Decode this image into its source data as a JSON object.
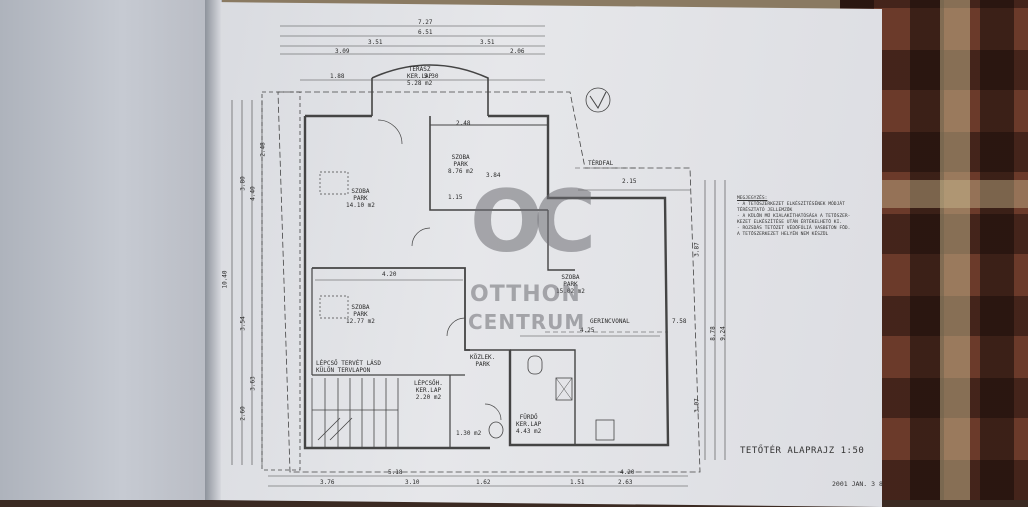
{
  "drawing": {
    "terasz": [
      "TERASZ",
      "KER.LAP",
      "5.28 m2"
    ],
    "szoba_park_top": [
      "SZOBA",
      "PARK",
      "8.76 m2"
    ],
    "szoba_park_left": [
      "SZOBA",
      "PARK",
      "14.10 m2"
    ],
    "szoba_park_mid": [
      "SZOBA",
      "PARK",
      "12.77 m2"
    ],
    "szoba_right": [
      "SZOBA",
      "PARK",
      "15.02 m2"
    ],
    "kozlek": [
      "KÖZLEK.",
      "PARK"
    ],
    "lepcso": [
      "LÉPCSŐH.",
      "KER.LAP",
      "2.20 m2"
    ],
    "furdo": [
      "FÜRDŐ",
      "KER.LAP",
      "4.43 m2"
    ],
    "wc_area": "1.30 m2",
    "stair_note": [
      "LÉPCSŐ TERVÉT LÁSD",
      "KÜLÖN TERVLAPON"
    ],
    "terdvonal": "TÉRDFAL",
    "gerincvonal": "GERINCVONAL",
    "top_dims": [
      "7.27",
      "6.51",
      "3.51",
      "3.51",
      "5.30",
      "1.88",
      "3.09",
      "2.06"
    ],
    "bottom_dims": [
      "3.76",
      "3.10",
      "1.62",
      "1.51",
      "2.63",
      "5.18",
      "4.20"
    ],
    "left_dims": [
      "10.40",
      "3.80",
      "3.54",
      "4.40",
      "3.63",
      "2.60",
      "2.48"
    ],
    "right_dims": [
      "9.24",
      "8.78",
      "3.87",
      "3.07",
      "7.58"
    ],
    "room_dims": [
      "4.20",
      "3.84",
      "4.25",
      "2.15",
      "1.15",
      "2.48"
    ],
    "title": "TETŐTÉR ALAPRAJZ 1:50",
    "date": "2001 JAN. 3 8",
    "notes": [
      "MEGJEGYZÉS:",
      "- A TETŐSZERKEZET ELKÉSZÍTÉSÉNEK MÓDJÁT",
      "  TÉRÉSZTATÓ JELLEMZŐK",
      "- A KÜLÖN MŰ KIALAKÍTHATÓSÁGA A TETŐSZER-",
      "  KEZET ELKÉSZÍTÉSE UTÁN ÉRTÉKELHETŐ KI.",
      "- ROZSDÁS TETŐZET VÉDŐFÓLIÁ VASBETON FÖD.",
      "  A TETŐSZERKEZET HELYÉN NEM KÉSZÜL"
    ]
  },
  "watermark": {
    "logo": "OC",
    "line1": "OTTHON",
    "line2": "CENTRUM"
  }
}
